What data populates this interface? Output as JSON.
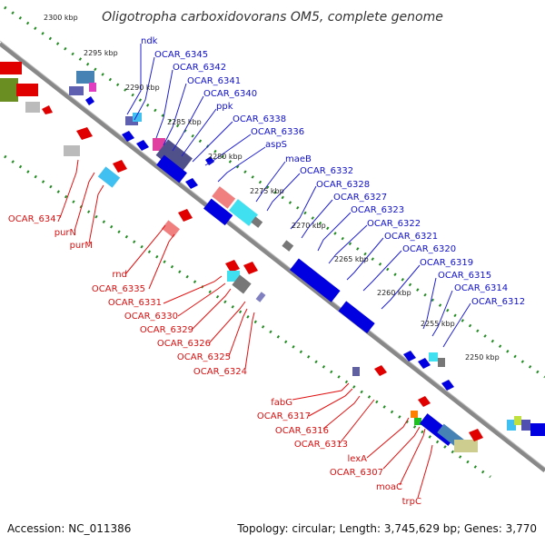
{
  "title": "Oligotropha carboxidovorans OM5, complete genome",
  "footer": {
    "accession": "Accession: NC_011386",
    "topology": "Topology: circular; Length: 3,745,629 bp; Genes: 3,770"
  },
  "colors": {
    "forward_cds": "#0000e0",
    "reverse_cds": "#e00000",
    "backbone": "#888888",
    "tick_dots": "#228b22"
  },
  "scale_ticks": [
    "2300 kbp",
    "2295 kbp",
    "2290 kbp",
    "2285 kbp",
    "2280 kbp",
    "2275 kbp",
    "2270 kbp",
    "2265 kbp",
    "2260 kbp",
    "2255 kbp",
    "2250 kbp"
  ],
  "blue_labels": [
    "ndk",
    "OCAR_6345",
    "OCAR_6342",
    "OCAR_6341",
    "OCAR_6340",
    "ppk",
    "OCAR_6338",
    "OCAR_6336",
    "aspS",
    "maeB",
    "OCAR_6332",
    "OCAR_6328",
    "OCAR_6327",
    "OCAR_6323",
    "OCAR_6322",
    "OCAR_6321",
    "OCAR_6320",
    "OCAR_6319",
    "OCAR_6315",
    "OCAR_6314",
    "OCAR_6312"
  ],
  "red_labels": [
    "OCAR_6347",
    "purN",
    "purM",
    "rnd",
    "OCAR_6335",
    "OCAR_6331",
    "OCAR_6330",
    "OCAR_6329",
    "OCAR_6326",
    "OCAR_6325",
    "OCAR_6324",
    "fabG",
    "OCAR_6317",
    "OCAR_6316",
    "OCAR_6313",
    "lexA",
    "OCAR_6307",
    "moaC",
    "trpC"
  ]
}
